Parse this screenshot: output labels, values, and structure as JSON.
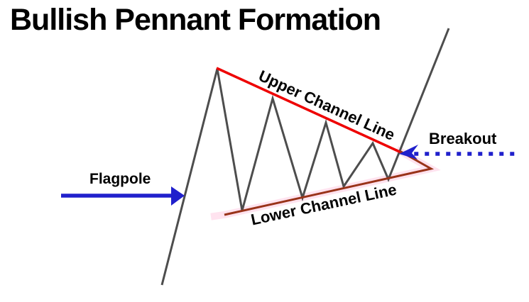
{
  "title": "Bullish Pennant Formation",
  "labels": {
    "flagpole": "Flagpole",
    "breakout": "Breakout",
    "upper_channel": "Upper Channel Line",
    "lower_channel": "Lower Channel Line"
  },
  "colors": {
    "background": "#ffffff",
    "text": "#000000",
    "price_line": "#4d4d4d",
    "upper_channel_line": "#ee0000",
    "lower_channel_line": "#993319",
    "arrow_blue": "#2020cc",
    "pink_glow": "#ffc8e0"
  }
}
